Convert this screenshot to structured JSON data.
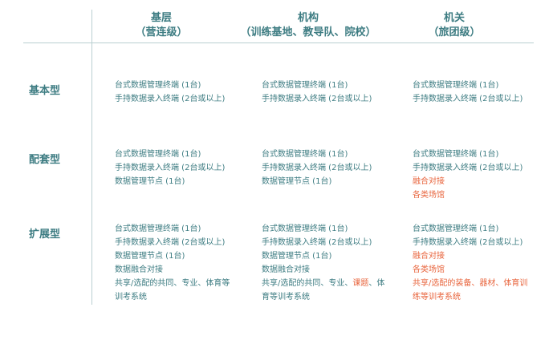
{
  "header": {
    "col1_title": "基层",
    "col1_sub": "（营连级）",
    "col2_title": "机构",
    "col2_sub": "（训练基地、教导队、院校）",
    "col3_title": "机关",
    "col3_sub": "（旅团级）"
  },
  "rows": {
    "basic": {
      "label": "基本型",
      "col1": [
        "台式数据管理终端 (1台)",
        "手持数据录入终端 (2台或以上)"
      ],
      "col2": [
        "台式数据管理终端 (1台)",
        "手持数据录入终端 (2台或以上)"
      ],
      "col3": [
        "台式数据管理终端 (1台)",
        "手持数据录入终端 (2台或以上)"
      ]
    },
    "matching": {
      "label": "配套型",
      "col1": [
        "台式数据管理终端 (1台)",
        "手持数据录入终端 (2台或以上)",
        "数据管理节点 (1台)"
      ],
      "col2": [
        "台式数据管理终端 (1台)",
        "手持数据录入终端 (2台或以上)",
        "数据管理节点 (1台)"
      ],
      "col3": [
        "台式数据管理终端 (1台)",
        "手持数据录入终端 (2台或以上)",
        "融合对接",
        "各类场馆"
      ]
    },
    "extended": {
      "label": "扩展型",
      "col1": [
        "台式数据管理终端 (1台)",
        "手持数据录入终端 (2台或以上)",
        "数据管理节点 (1台)",
        "数据融合对接",
        "共享/选配的共同、专业、体育等",
        "训考系统"
      ],
      "col2": [
        "台式数据管理终端 (1台)",
        "手持数据录入终端 (2台或以上)",
        "数据管理节点 (1台)",
        "数据融合对接",
        "共享/选配的共同、专业、",
        "课题",
        "、体",
        "育等训考系统"
      ],
      "col3": [
        "台式数据管理终端 (1台)",
        "手持数据录入终端 (2台或以上)",
        "融合对接",
        "各类场馆",
        "共享/选配的装备、器材、体育训",
        "练等训考系统"
      ]
    }
  },
  "colors": {
    "primary": "#3d7c82",
    "highlight": "#e8643c",
    "divider": "#b9cfd1"
  }
}
